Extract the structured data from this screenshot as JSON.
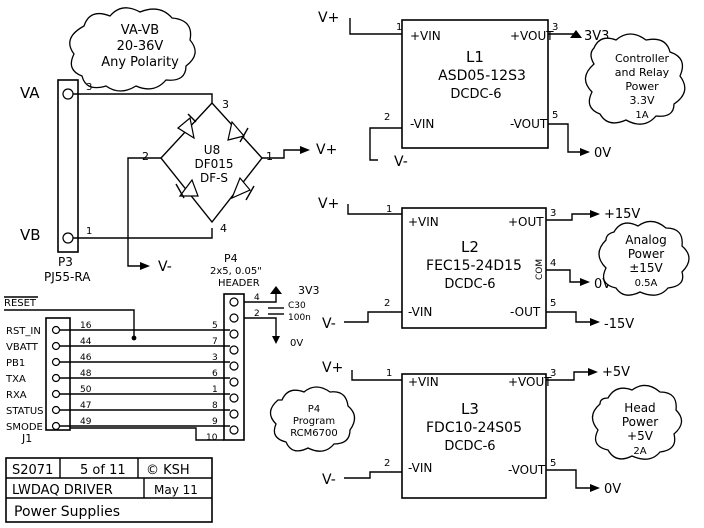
{
  "notes": {
    "input_cloud": [
      "VA-VB",
      "20-36V",
      "Any Polarity"
    ],
    "ctrl_cloud": [
      "Controller",
      "and Relay",
      "Power",
      "3.3V",
      "1A"
    ],
    "analog_cloud": [
      "Analog",
      "Power",
      "±15V",
      "0.5A"
    ],
    "head_cloud": [
      "Head",
      "Power",
      "+5V",
      "2A"
    ],
    "p4_cloud": [
      "P4",
      "Program",
      "RCM6700"
    ]
  },
  "connector_p3": {
    "name": "P3",
    "part": "PJ55-RA",
    "pin_va": "VA",
    "pin_vb": "VB",
    "pin3": "3",
    "pin1": "1"
  },
  "bridge": {
    "name": "U8",
    "part": "DF015",
    "pkg": "DF-S",
    "pin1": "1",
    "pin2": "2",
    "pin3": "3",
    "pin4": "4"
  },
  "nets": {
    "vplus": "V+",
    "vminus": "V-",
    "zero": "0V",
    "v3v3": "3V3",
    "p15": "+15V",
    "m15": "-15V",
    "p5": "+5V"
  },
  "regulators": [
    {
      "name": "L1",
      "part": "ASD05-12S3",
      "pkg": "DCDC-6",
      "in_pos": "+VIN",
      "in_neg": "-VIN",
      "out_pos": "+VOUT",
      "out_neg": "-VOUT",
      "pin_in_pos": "1",
      "pin_in_neg": "2",
      "pin_out_pos": "3",
      "pin_out_neg": "5"
    },
    {
      "name": "L2",
      "part": "FEC15-24D15",
      "pkg": "DCDC-6",
      "in_pos": "+VIN",
      "in_neg": "-VIN",
      "out_pos": "+OUT",
      "out_neg": "-OUT",
      "com": "COM",
      "pin_com": "4",
      "pin_in_pos": "1",
      "pin_in_neg": "2",
      "pin_out_pos": "3",
      "pin_out_neg": "5"
    },
    {
      "name": "L3",
      "part": "FDC10-24S05",
      "pkg": "DCDC-6",
      "in_pos": "+VIN",
      "in_neg": "-VIN",
      "out_pos": "+VOUT",
      "out_neg": "-VOUT",
      "pin_in_pos": "1",
      "pin_in_neg": "2",
      "pin_out_pos": "3",
      "pin_out_neg": "5"
    }
  ],
  "header_p4": {
    "name": "P4",
    "desc": "2x5, 0.05\"",
    "desc2": "HEADER",
    "cap": "C30",
    "cap_val": "100n"
  },
  "connector_j1": {
    "name": "J1",
    "reset": "RESET",
    "signals": [
      {
        "name": "RST_IN",
        "j1": "16",
        "p4": "5"
      },
      {
        "name": "VBATT",
        "j1": "44",
        "p4": "7"
      },
      {
        "name": "PB1",
        "j1": "46",
        "p4": "3"
      },
      {
        "name": "TXA",
        "j1": "48",
        "p4": "6"
      },
      {
        "name": "RXA",
        "j1": "50",
        "p4": "1"
      },
      {
        "name": "STATUS",
        "j1": "47",
        "p4": "8"
      },
      {
        "name": "SMODE",
        "j1": "49",
        "p4": "9"
      }
    ],
    "p4_top_pins": [
      "4",
      "2"
    ],
    "p4_bottom_pin": "10"
  },
  "title_block": {
    "project": "S2071",
    "sheet": "5 of 11",
    "author": "© KSH",
    "board": "LWDAQ DRIVER",
    "date": "May 11",
    "title": "Power Supplies"
  }
}
